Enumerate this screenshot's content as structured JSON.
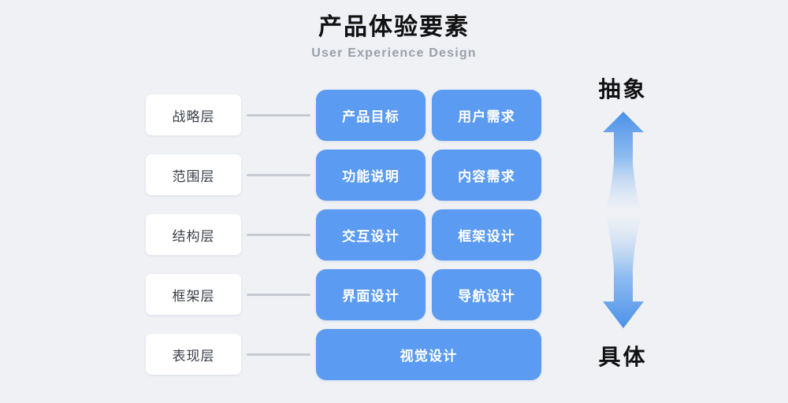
{
  "header": {
    "title": "产品体验要素",
    "subtitle": "User Experience Design"
  },
  "theme": {
    "background": "#eff1f5",
    "card_blue": "#5b9bf2",
    "card_white": "#ffffff",
    "connector_gray": "#c7cbd1",
    "label_text": "#3a3f47",
    "title_text": "#111111",
    "subtitle_text": "#9aa0a8",
    "arrow_blue": "#4a90e8"
  },
  "layers": [
    {
      "label": "战略层",
      "cards": [
        {
          "text": "产品目标",
          "span": "half"
        },
        {
          "text": "用户需求",
          "span": "half"
        }
      ]
    },
    {
      "label": "范围层",
      "cards": [
        {
          "text": "功能说明",
          "span": "half"
        },
        {
          "text": "内容需求",
          "span": "half"
        }
      ]
    },
    {
      "label": "结构层",
      "cards": [
        {
          "text": "交互设计",
          "span": "half"
        },
        {
          "text": "框架设计",
          "span": "half"
        }
      ]
    },
    {
      "label": "框架层",
      "cards": [
        {
          "text": "界面设计",
          "span": "half"
        },
        {
          "text": "导航设计",
          "span": "half"
        }
      ]
    },
    {
      "label": "表现层",
      "cards": [
        {
          "text": "视觉设计",
          "span": "full"
        }
      ]
    }
  ],
  "axis": {
    "top_label": "抽象",
    "bottom_label": "具体",
    "up_arrow_icon": "arrow-up-icon",
    "down_arrow_icon": "arrow-down-icon"
  }
}
